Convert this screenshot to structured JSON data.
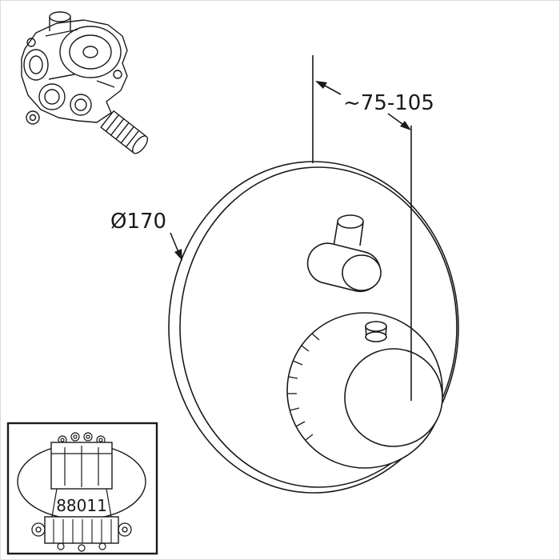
{
  "labels": {
    "diameter": "Ø170",
    "depth_range": "~75-105"
  },
  "inset": {
    "part_number": "88011"
  },
  "colors": {
    "line": "#1a1a1a",
    "background": "#ffffff",
    "border": "#dcdcdc"
  }
}
